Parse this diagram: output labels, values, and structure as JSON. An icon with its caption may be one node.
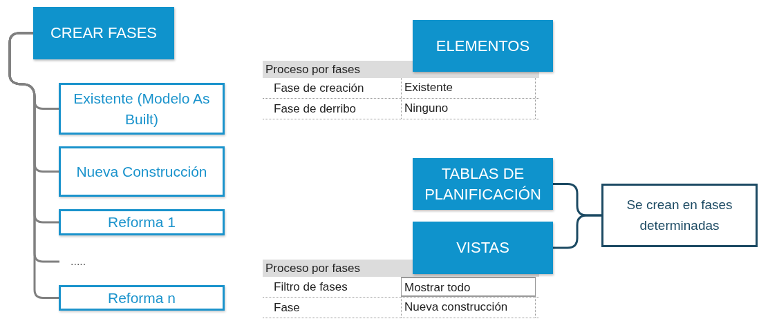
{
  "diagram": {
    "nodes": [
      {
        "text": [
          "CREAR FASES"
        ]
      },
      {
        "text": [
          "Existente (Modelo As Built)"
        ]
      },
      {
        "text": [
          "Nueva Construcción"
        ]
      },
      {
        "text": [
          "Reforma 1"
        ]
      },
      {
        "text": [
          "....."
        ]
      },
      {
        "text": [
          "Reforma n"
        ]
      },
      {
        "text": [
          "ELEMENTOS"
        ]
      },
      {
        "text": [
          "TABLAS DE PLANIFICACIÓN"
        ]
      },
      {
        "text": [
          "VISTAS"
        ]
      },
      {
        "text": [
          "Se crean en fases determinadas"
        ]
      }
    ],
    "edges": [
      {
        "from": 0,
        "to": 1,
        "arrow": "none"
      },
      {
        "from": 0,
        "to": 2,
        "arrow": "none"
      },
      {
        "from": 0,
        "to": 3,
        "arrow": "none"
      },
      {
        "from": 0,
        "to": 4,
        "arrow": "none"
      },
      {
        "from": 0,
        "to": 5,
        "arrow": "none"
      },
      {
        "from": 7,
        "to": 9,
        "arrow": "none",
        "color": "#1c4a63"
      },
      {
        "from": 8,
        "to": 9,
        "arrow": "none",
        "color": "#1c4a63"
      }
    ],
    "labels": [
      "Proceso por fases",
      "Fase de creación",
      "Existente",
      "Fase de derribo",
      "Ninguno",
      "Proceso por fases",
      "Filtro de fases",
      "Mostrar todo",
      "Fase",
      "Nueva construcción"
    ]
  }
}
